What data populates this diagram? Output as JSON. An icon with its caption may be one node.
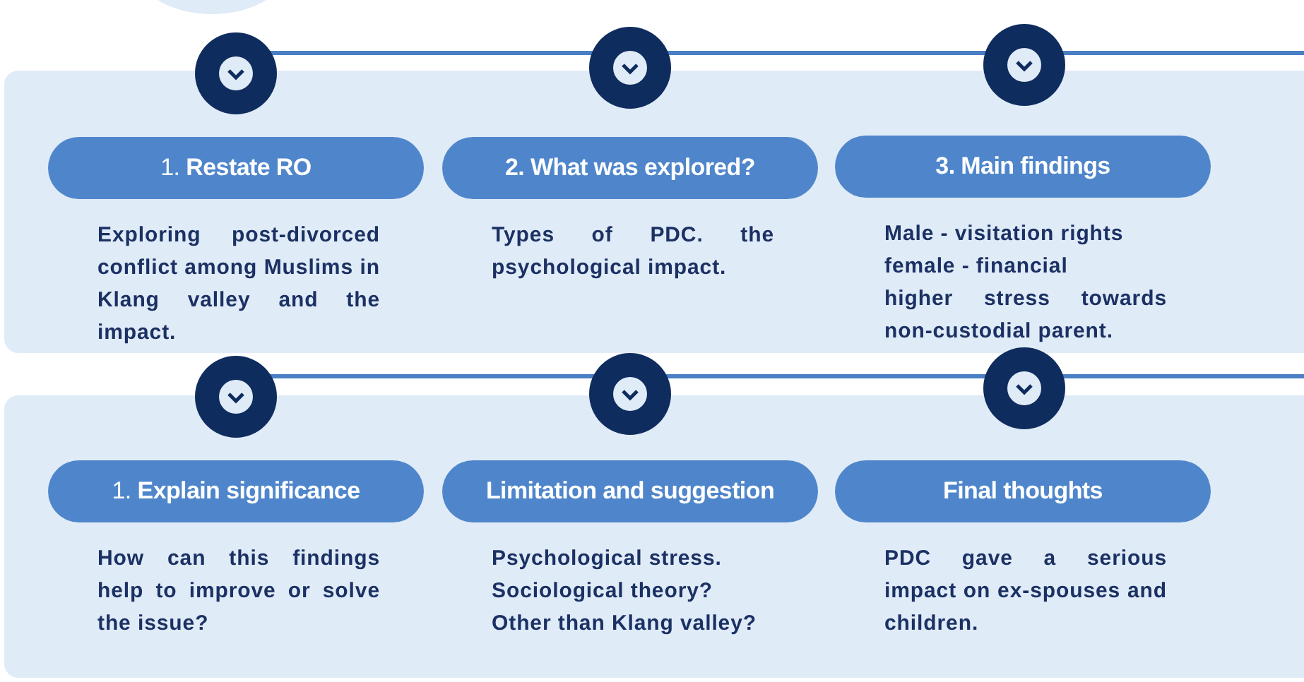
{
  "diagram": {
    "nodes": [
      {
        "text": [],
        "shape": "box"
      },
      {
        "text": [
          "1. **Restate RO**",
          "Exploring post-divorced conflict among Muslims in Klang valley and the impact."
        ],
        "in": 0
      },
      {
        "text": [
          "2. What was explored?",
          "Types of PDC. the psychological impact."
        ],
        "in": 0
      },
      {
        "text": [
          "3. Main findings",
          "Male - visitation rights",
          "female - financial",
          "higher stress towards non-custodial parent."
        ],
        "in": 0
      },
      {
        "text": [],
        "shape": "box"
      },
      {
        "text": [
          "1. **Explain significance**",
          "How can this findings help to improve or solve the issue?"
        ],
        "in": 4
      },
      {
        "text": [
          "Limitation and suggestion",
          "Psychological stress.",
          "Sociological theory?",
          "Other than Klang valley?"
        ],
        "in": 4
      },
      {
        "text": [
          "Final thoughts",
          "PDC gave a serious impact on ex-spouses and children."
        ],
        "in": 4
      }
    ],
    "edges": []
  }
}
